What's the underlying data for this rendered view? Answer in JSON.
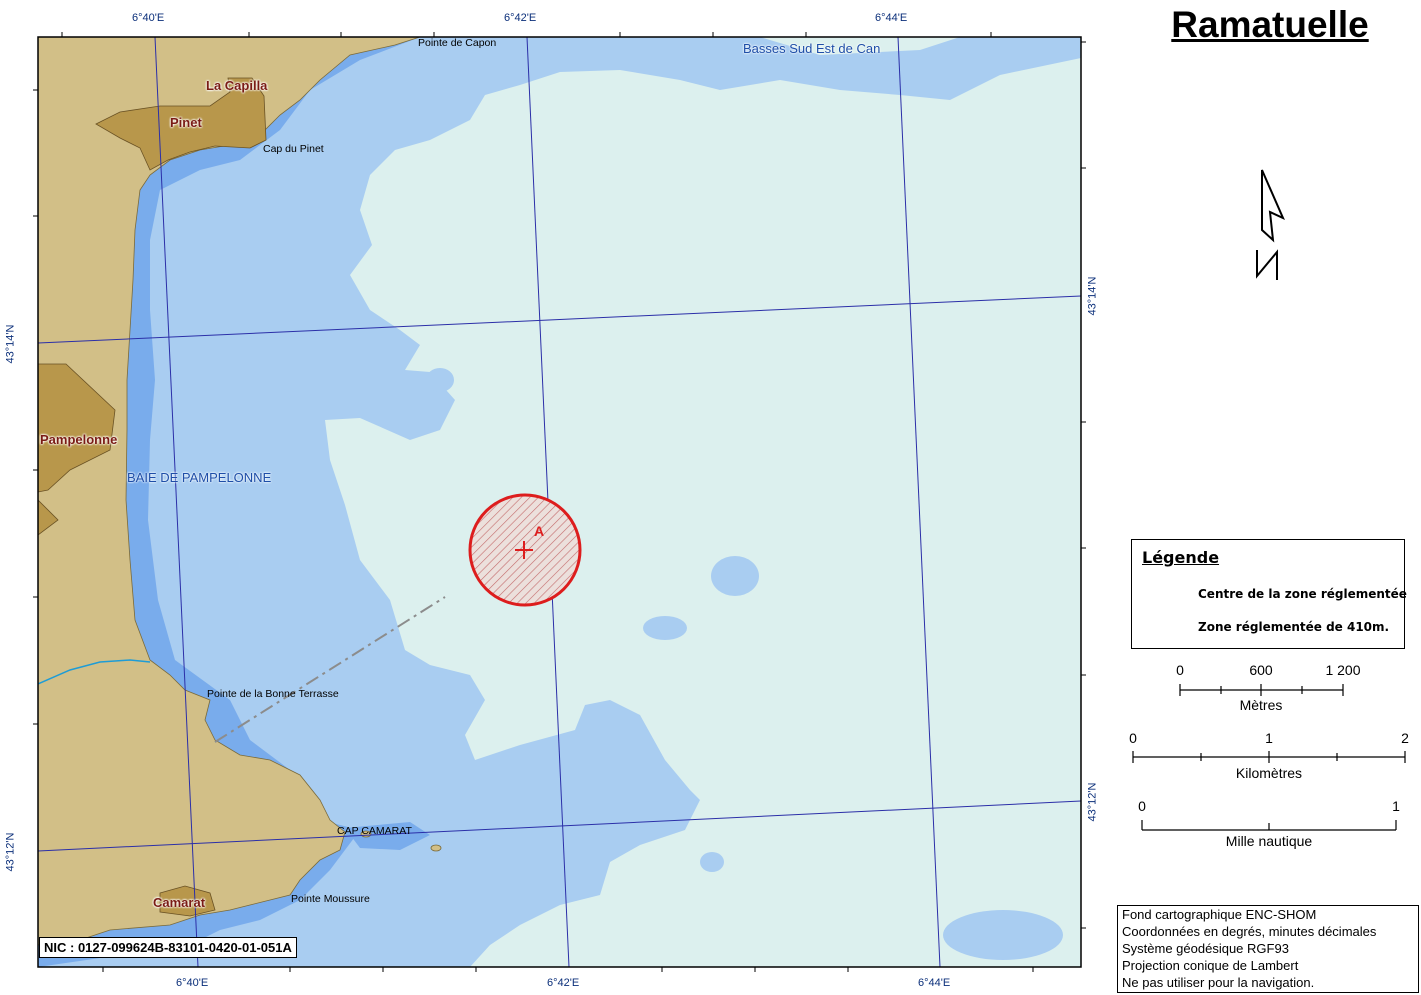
{
  "title": "Ramatuelle",
  "colors": {
    "land": "#d0be86",
    "town": "#b6944a",
    "shallow": "#a3c9ef",
    "mid": "#bcd7f2",
    "deep": "#dcf0ee",
    "channel": "#6ea4ea",
    "grid": "#2b2fa8",
    "zone_red": "#dd1d1d"
  },
  "coords": {
    "top_lon": [
      "6°40'E",
      "6°42'E",
      "6°44'E"
    ],
    "bottom_lon": [
      "6°40'E",
      "6°42'E",
      "6°44'E"
    ],
    "left_lat": [
      "43°14'N",
      "43°12'N"
    ],
    "right_lat": [
      "43°14'N",
      "43°12'N"
    ]
  },
  "places": {
    "pointe_capon": "Pointe de Capon",
    "basses": "Basses Sud Est de Can",
    "la_capilla": "La Capilla",
    "pinet": "Pinet",
    "cap_pinet": "Cap du Pinet",
    "pampelonne": "Pampelonne",
    "baie": "BAIE DE PAMPELONNE",
    "bonne_terrasse": "Pointe de la Bonne Terrasse",
    "cap_camarat": "CAP CAMARAT",
    "camarat": "Camarat",
    "moussure": "Pointe Moussure"
  },
  "zone_label": "A",
  "nic": "NIC : 0127-099624B-83101-0420-01-051A",
  "legend": {
    "title": "Légende",
    "center": "Centre de la zone réglementée",
    "zone": "Zone réglementée de 410m."
  },
  "scales": {
    "metres": {
      "ticks": [
        "0",
        "600",
        "1 200"
      ],
      "unit": "Mètres"
    },
    "km": {
      "ticks": [
        "0",
        "1",
        "2"
      ],
      "unit": "Kilomètres"
    },
    "nm": {
      "ticks": [
        "0",
        "1"
      ],
      "unit": "Mille nautique"
    }
  },
  "info": [
    "Fond cartographique ENC-SHOM",
    "Coordonnées en degrés, minutes décimales",
    "Système géodésique RGF93",
    "Projection conique de Lambert",
    "Ne pas utiliser pour la navigation."
  ]
}
